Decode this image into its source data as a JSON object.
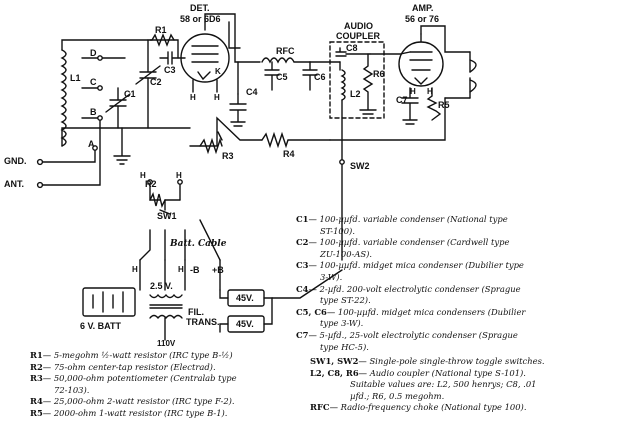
{
  "tubes": {
    "det_label": "DET.",
    "det_type": "58 or 6D6",
    "amp_label": "AMP.",
    "amp_type": "56 or 76",
    "audio_coupler_line1": "AUDIO",
    "audio_coupler_line2": "COUPLER"
  },
  "components": {
    "r1": "R1",
    "c3": "C3",
    "l1": "L1",
    "c2": "C2",
    "c1": "C1",
    "c4": "C4",
    "rfc": "RFC",
    "c5": "C5",
    "c6": "C6",
    "c8": "C8",
    "r6": "R6",
    "l2": "L2",
    "c7": "C7",
    "r5": "R5",
    "r3": "R3",
    "r4": "R4",
    "r2": "R2",
    "sw1": "SW1",
    "sw2": "SW2",
    "h": "H",
    "k": "K",
    "a": "A",
    "b": "B",
    "c": "C",
    "d": "D",
    "plus_b": "+B",
    "minus_b": "-B",
    "batt_cable": "Batt. Cable",
    "gnd": "GND.",
    "ant": "ANT.",
    "batt_6v": "6 V. BATT",
    "fil_trans_1": "FIL.",
    "fil_trans_2": "TRANS.",
    "v25": "2.5 V.",
    "v110": "110V",
    "b45_1": "45V.",
    "b45_2": "45V."
  },
  "resistor_legend": [
    {
      "key": "R1",
      "text": "— 5-megohm ½-watt resistor (IRC type B-½)"
    },
    {
      "key": "R2",
      "text": "— 75-ohm center-tap resistor (Electrad)."
    },
    {
      "key": "R3",
      "text": "— 50,000-ohm potentiometer (Centralab type",
      "cont": "72-103)."
    },
    {
      "key": "R4",
      "text": "— 25,000-ohm 2-watt resistor (IRC type F-2)."
    },
    {
      "key": "R5",
      "text": "— 2000-ohm 1-watt resistor (IRC type B-1)."
    }
  ],
  "capacitor_legend": [
    {
      "key": "C1",
      "text": "— 100-µµfd. variable condenser (National type",
      "cont": "ST-100)."
    },
    {
      "key": "C2",
      "text": "— 100-µµfd. variable condenser (Cardwell type",
      "cont": "ZU-100-AS)."
    },
    {
      "key": "C3",
      "text": "— 100-µµfd. midget mica condenser (Dubilier type",
      "cont": "3-W)."
    },
    {
      "key": "C4",
      "text": "— 2-µfd. 200-volt electrolytic condenser (Sprague",
      "cont": "type ST-22)."
    },
    {
      "key": "C5, C6",
      "text": "— 100-µµfd. midget mica condensers (Dubilier",
      "cont": "type 3-W)."
    },
    {
      "key": "C7",
      "text": "— 5-µfd., 25-volt electrolytic condenser (Sprague",
      "cont": "type HC-5)."
    }
  ],
  "misc_legend": [
    {
      "key": "SW1, SW2",
      "text": "— Single-pole single-throw toggle switches."
    },
    {
      "key": "L2, C8, R6",
      "text": "— Audio coupler (National type S-101).",
      "cont": "Suitable values are: L2, 500 henrys; C8, .01",
      "cont2": "µfd.; R6, 0.5 megohm."
    },
    {
      "key": "RFC",
      "text": "— Radio-frequency choke (National type 100)."
    }
  ]
}
